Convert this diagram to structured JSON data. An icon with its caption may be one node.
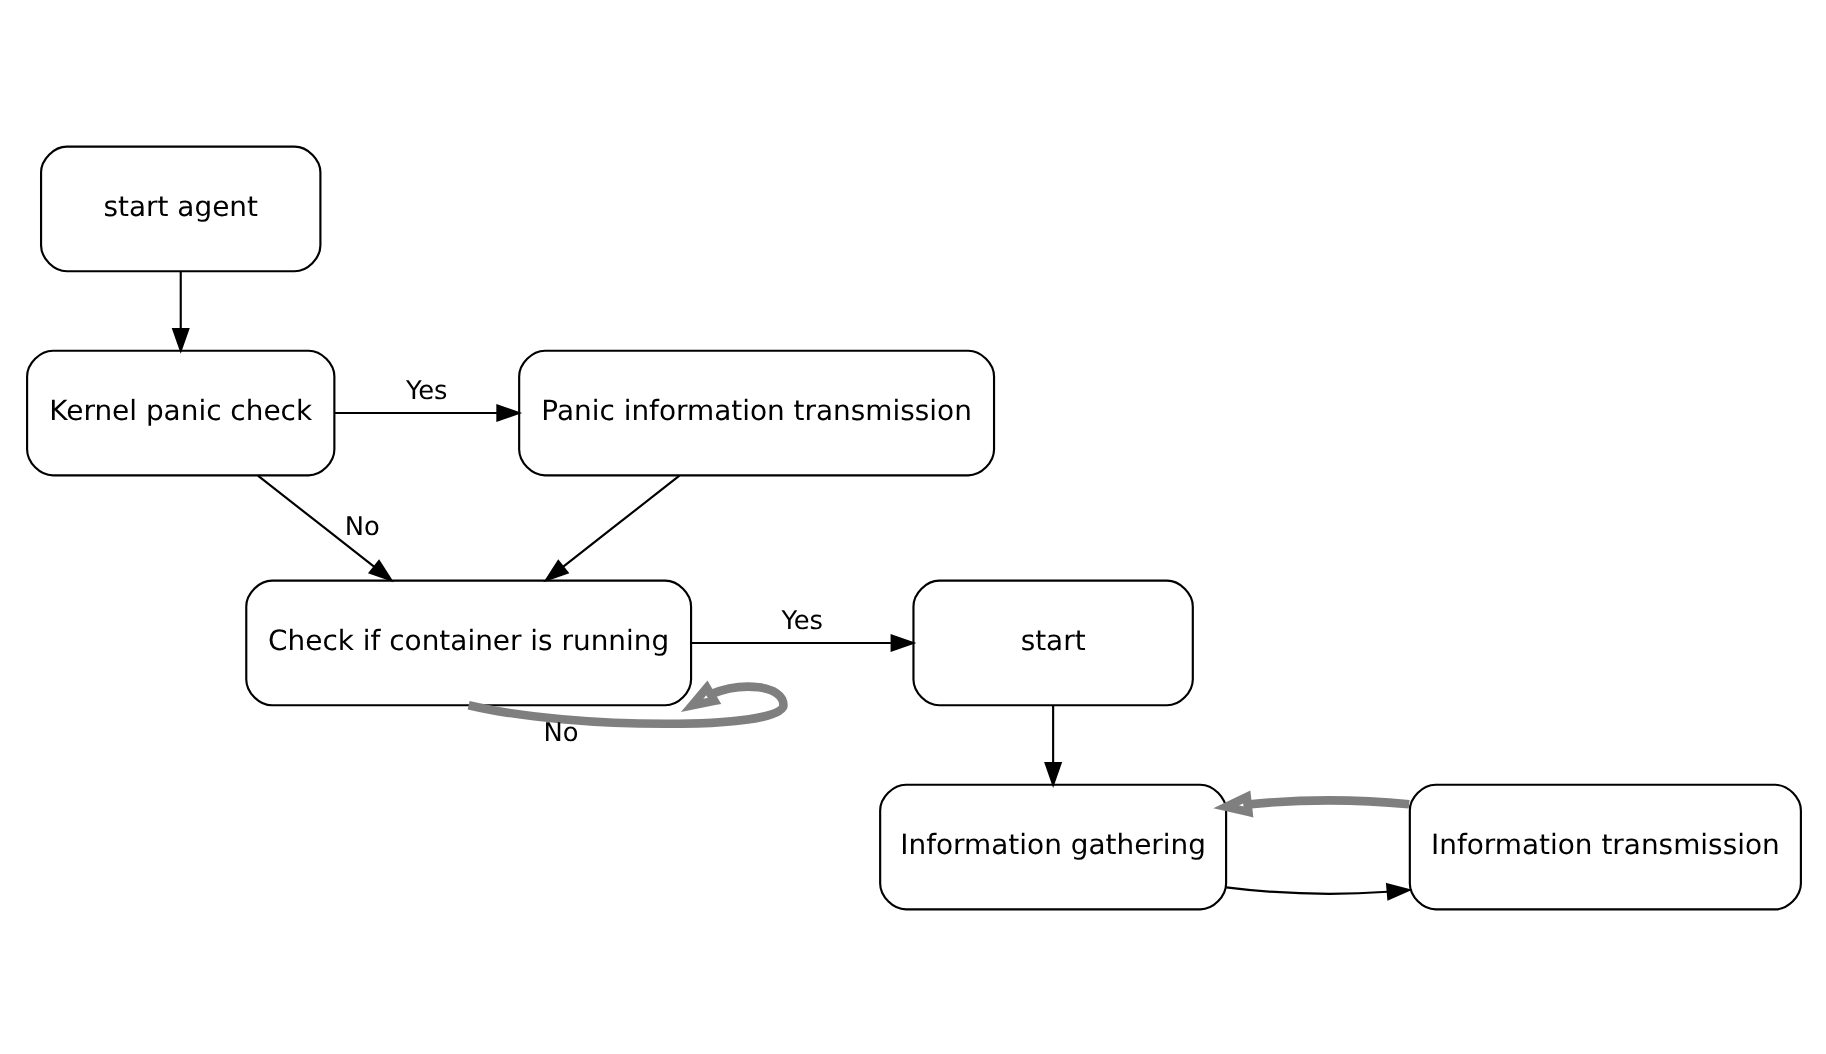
{
  "diagram": {
    "nodes": [
      {
        "text": [
          "start agent"
        ]
      },
      {
        "text": [
          "Kernel panic check"
        ]
      },
      {
        "text": [
          "Panic information transmission"
        ]
      },
      {
        "text": [
          "Check if container is running"
        ]
      },
      {
        "text": [
          "start"
        ]
      },
      {
        "text": [
          "Information gathering"
        ]
      },
      {
        "text": [
          "Information transmission"
        ]
      }
    ],
    "edges": [
      {
        "from": 0,
        "to": 1,
        "arrow": "to"
      },
      {
        "from": 1,
        "to": 2,
        "arrow": "to",
        "label": "Yes"
      },
      {
        "from": 2,
        "to": 3,
        "arrow": "to"
      },
      {
        "from": 1,
        "to": 3,
        "arrow": "to",
        "label": "No"
      },
      {
        "from": 3,
        "to": 3,
        "arrow": "to",
        "label": "No",
        "style": "thick",
        "color": "#7f7f7f"
      },
      {
        "from": 3,
        "to": 4,
        "arrow": "to",
        "label": "Yes"
      },
      {
        "from": 4,
        "to": 5,
        "arrow": "to"
      },
      {
        "from": 5,
        "to": 6,
        "arrow": "to"
      },
      {
        "from": 6,
        "to": 5,
        "arrow": "to",
        "style": "thick",
        "color": "#7f7f7f"
      }
    ]
  }
}
